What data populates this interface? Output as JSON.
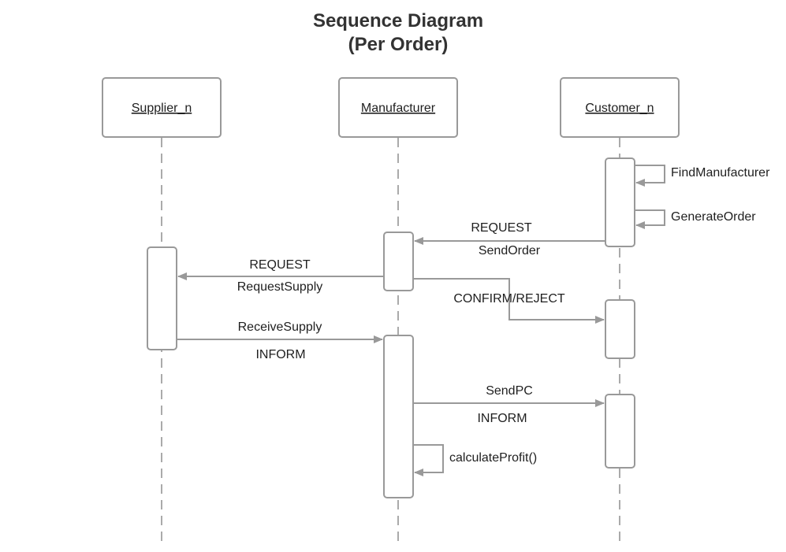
{
  "title": {
    "line1": "Sequence Diagram",
    "line2": "(Per Order)"
  },
  "colors": {
    "line": "#999999",
    "box_border": "#999999",
    "text": "#1f1f1f",
    "background": "#ffffff"
  },
  "lifelines": {
    "supplier": "Supplier_n",
    "manufacturer": "Manufacturer",
    "customer": "Customer_n"
  },
  "messages": {
    "find_manufacturer": "FindManufacturer",
    "generate_order": "GenerateOrder",
    "send_order_performative": "REQUEST",
    "send_order_name": "SendOrder",
    "request_supply_performative": "REQUEST",
    "request_supply_name": "RequestSupply",
    "confirm_reject": "CONFIRM/REJECT",
    "receive_supply_name": "ReceiveSupply",
    "receive_supply_performative": "INFORM",
    "send_pc_name": "SendPC",
    "send_pc_performative": "INFORM",
    "calculate_profit": "calculateProfit()"
  }
}
